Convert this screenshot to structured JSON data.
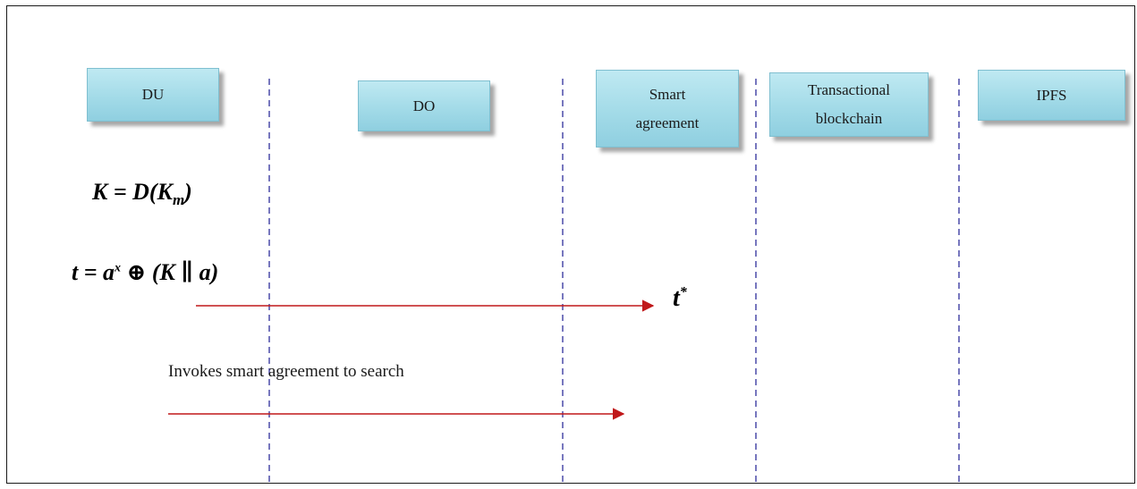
{
  "actors": {
    "du": "DU",
    "do": "DO",
    "smart": "Smart\nagreement",
    "tx": "Transactional\nblockchain",
    "ipfs": "IPFS"
  },
  "equations": {
    "eq1": "K = D(K",
    "eq1_sub": "m",
    "eq1_close": ")",
    "eq2_start": "t = a",
    "eq2_sup": "x",
    "eq2_rest": " ⊕ (K ∥ a)"
  },
  "messages": {
    "token": "t",
    "token_sup": "*",
    "invoke": "Invokes smart agreement to search"
  },
  "colors": {
    "actor_fill": "#a3dbe8",
    "lifeline": "#4a4aa8",
    "arrow": "#c0181a"
  }
}
